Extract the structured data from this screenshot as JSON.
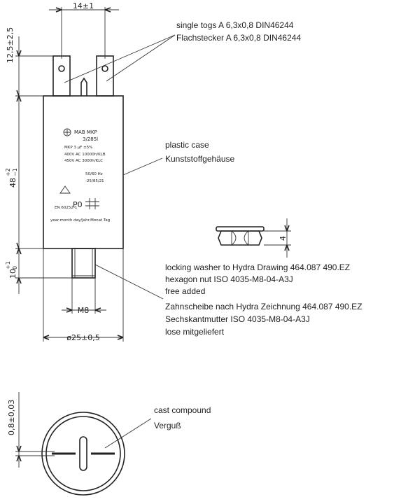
{
  "dimensions": {
    "tab_spacing": "14±1",
    "tab_height": "12,5±2,5",
    "body_height_base": "48",
    "body_height_tol_upper": "+2",
    "body_height_tol_lower": "−1",
    "stud_length_base": "10",
    "stud_length_tol_upper": "+1",
    "stud_length_tol_lower": "0",
    "thread": "M8",
    "diameter": "ø25±0,5",
    "nut_height": "4",
    "compound_gap": "0,8±0,03"
  },
  "notes": {
    "tabs_en": "single togs A 6,3x0,8 DIN46244",
    "tabs_de": "Flachstecker A 6,3x0,8 DIN46244",
    "case_en": "plastic case",
    "case_de": "Kunststoffgehäuse",
    "hardware_en_1": "locking washer to Hydra Drawing 464.087 490.EZ",
    "hardware_en_2": "hexagon nut ISO 4035-M8-04-A3J",
    "hardware_en_3": "free added",
    "hardware_de_1": "Zahnscheibe nach Hydra Zeichnung 464.087 490.EZ",
    "hardware_de_2": "Sechskantmutter ISO 4035-M8-04-A3J",
    "hardware_de_3": "lose mitgeliefert",
    "compound_en": "cast compound",
    "compound_de": "Verguß"
  },
  "label": {
    "brand": "MAB MKP",
    "capacitance": "3/285l",
    "type_line": "MKP 3 µF ±5%",
    "rating1": "400V AC 10000h/KLB",
    "rating2": "450V AC 3000h/KLC",
    "frequency": "50/60 Hz",
    "climate": "-25/85/21",
    "code": "P0",
    "standard": "EN 60252-1",
    "date_code": "year.month.day/Jahr.Monat.Tag"
  }
}
